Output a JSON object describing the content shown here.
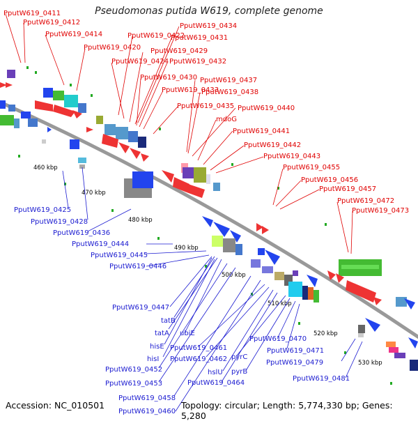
{
  "header": {
    "title": "Pseudomonas putida W619, complete genome"
  },
  "footer": {
    "accession": "Accession: NC_010501",
    "summary": "Topology: circular; Length: 5,774,330 bp; Genes: 5,280"
  },
  "colors": {
    "forward_label": "#e00000",
    "reverse_label": "#1a1ad0",
    "backbone": "#999999"
  },
  "scale_ticks": [
    "460 kbp",
    "470 kbp",
    "480 kbp",
    "490 kbp",
    "500 kbp",
    "510 kbp",
    "520 kbp",
    "530 kbp"
  ],
  "forward_genes": [
    "PputW619_0411",
    "PputW619_0412",
    "PputW619_0414",
    "PputW619_0420",
    "PputW619_0422",
    "PputW619_0424",
    "PputW619_0429",
    "PputW619_0430",
    "PputW619_0431",
    "PputW619_0432",
    "PputW619_0433",
    "PputW619_0434",
    "PputW619_0435",
    "PputW619_0437",
    "PputW619_0438",
    "PputW619_0440",
    "mdoG",
    "PputW619_0441",
    "PputW619_0442",
    "PputW619_0443",
    "PputW619_0455",
    "PputW619_0456",
    "PputW619_0457",
    "PputW619_0472",
    "PputW619_0473"
  ],
  "reverse_genes": [
    "PputW619_0425",
    "PputW619_0428",
    "PputW619_0436",
    "PputW619_0444",
    "PputW619_0445",
    "PputW619_0446",
    "PputW619_0447",
    "tatB",
    "tatA",
    "ubiE",
    "hisE",
    "hisI",
    "PputW619_0452",
    "PputW619_0453",
    "PputW619_0458",
    "PputW619_0460",
    "PputW619_0461",
    "PputW619_0462",
    "hslU",
    "PputW619_0464",
    "pyrC",
    "pyrB",
    "PputW619_0470",
    "PputW619_0471",
    "PputW619_0479",
    "PputW619_0481"
  ]
}
